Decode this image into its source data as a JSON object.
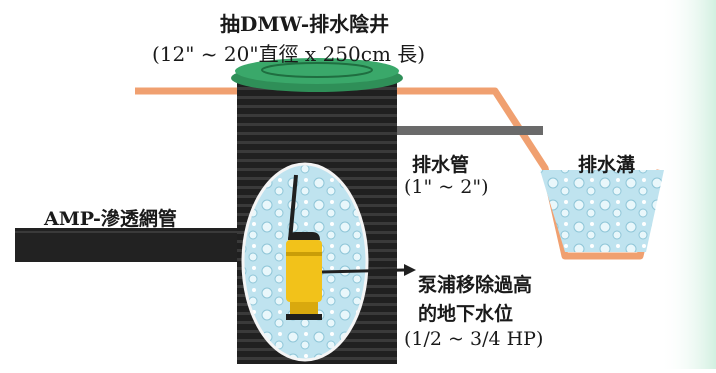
{
  "diagram": {
    "title_line_1": "抽DMW-排水陰井",
    "title_line_2": "(12\" ~ 20\"直徑 x 250cm 長)",
    "outlet_pipe_label": "排水管",
    "outlet_pipe_size": "(1\" ~ 2\")",
    "ditch_label": "排水溝",
    "perforated_pipe_label": "AMP-滲透網管",
    "pump_label_line_1": "泵浦移除過高",
    "pump_label_line_2": "的地下水位",
    "pump_label_line_3": "(1/2 ~ 3/4 HP)"
  },
  "colors": {
    "ground_line": "#f0a070",
    "shaft": "#202020",
    "shaft_rib": "#3a3a3a",
    "lid": "#3aa86a",
    "water": "#bfe3ef",
    "pump": "#f2c21a",
    "outlet_pipe": "#6a6a6a",
    "ditch_border": "#f0a070",
    "side_glow": "#cdeedd"
  }
}
